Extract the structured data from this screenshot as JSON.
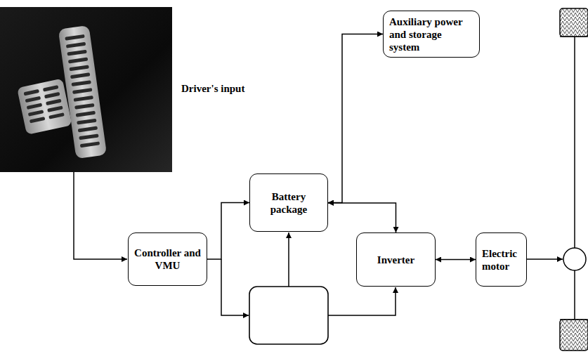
{
  "diagram": {
    "nodes": [
      {
        "text": [
          "Auxiliary power and storage system"
        ]
      },
      {
        "text": [
          "Battery package"
        ]
      },
      {
        "text": [
          "Controller and VMU"
        ]
      },
      {
        "text": [
          "Inverter"
        ]
      },
      {
        "text": [
          "Electric motor"
        ]
      }
    ],
    "edges": [
      {
        "from": 2,
        "to": 1,
        "arrow": "to"
      },
      {
        "from": 1,
        "to": 0,
        "arrow": "both"
      },
      {
        "from": 1,
        "to": 3,
        "arrow": "both"
      },
      {
        "from": 3,
        "to": 4,
        "arrow": "both"
      }
    ],
    "labels": [
      "Driver's input"
    ]
  }
}
